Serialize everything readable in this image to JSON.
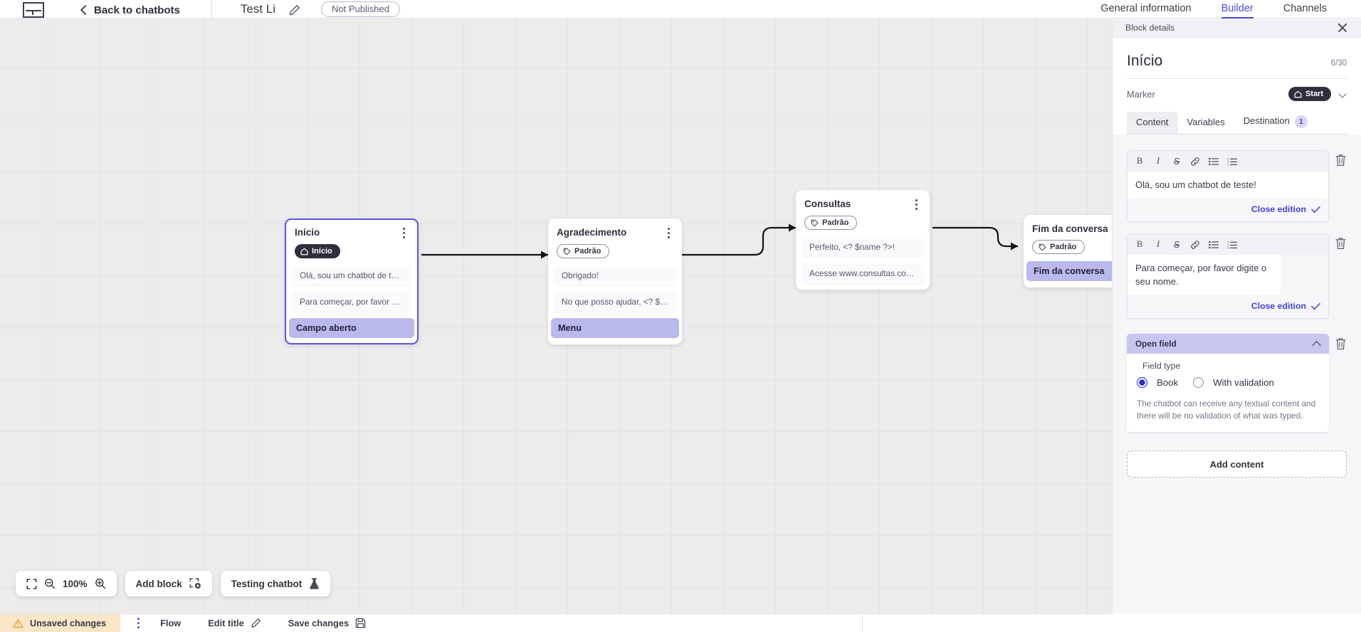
{
  "header": {
    "logo_name": "app-logo",
    "back_label": "Back to chatbots",
    "bot_title": "Test Li",
    "publish_status": "Not Published",
    "tabs": [
      {
        "label": "General information",
        "active": false
      },
      {
        "label": "Builder",
        "active": true
      },
      {
        "label": "Channels",
        "active": false
      }
    ]
  },
  "canvas": {
    "blocks": [
      {
        "title": "Início",
        "tag": "Início",
        "tag_style": "dark",
        "tag_icon": "home-icon",
        "selected": true,
        "messages": [
          {
            "text": "Olá, sou um chatbot de teste!",
            "highlight": false
          },
          {
            "text": "Para começar, por favor digite o ...",
            "highlight": false
          },
          {
            "text": "Campo aberto",
            "highlight": true
          }
        ]
      },
      {
        "title": "Agradecimento",
        "tag": "Padrão",
        "tag_style": "outline",
        "tag_icon": "tag-icon",
        "selected": false,
        "messages": [
          {
            "text": "Obrigado!",
            "highlight": false
          },
          {
            "text": "No que posso ajudar, <? $name ...",
            "highlight": false
          },
          {
            "text": "Menu",
            "highlight": true
          }
        ]
      },
      {
        "title": "Consultas",
        "tag": "Padrão",
        "tag_style": "outline",
        "tag_icon": "tag-icon",
        "selected": false,
        "messages": [
          {
            "text": "Perfeito, <? $name ?>!",
            "highlight": false
          },
          {
            "text": "Acesse www.consultas.com par...",
            "highlight": false
          }
        ]
      },
      {
        "title": "Fim da conversa",
        "tag": "Padrão",
        "tag_style": "outline",
        "tag_icon": "tag-icon",
        "selected": false,
        "messages": [
          {
            "text": "Fim da conversa",
            "highlight": true
          }
        ]
      }
    ],
    "toolbar": {
      "fit_icon": "fit-screen-icon",
      "zoom_out_icon": "zoom-out-icon",
      "zoom_level": "100%",
      "zoom_in_icon": "zoom-in-icon",
      "add_block_label": "Add block",
      "add_block_icon": "add-block-icon",
      "testing_label": "Testing chatbot",
      "testing_icon": "flask-icon"
    }
  },
  "panel": {
    "head_title": "Block details",
    "close_icon": "close-icon",
    "block_name": "Início",
    "char_count": "6/30",
    "marker_label": "Marker",
    "marker_value": "Start",
    "marker_icon": "home-icon",
    "tabs": [
      {
        "label": "Content",
        "active": true,
        "badge": ""
      },
      {
        "label": "Variables",
        "active": false,
        "badge": ""
      },
      {
        "label": "Destination",
        "active": false,
        "badge": "1"
      }
    ],
    "editor_buttons": [
      {
        "name": "bold-icon",
        "glyph": "B"
      },
      {
        "name": "italic-icon",
        "glyph": "I"
      },
      {
        "name": "strikethrough-icon",
        "glyph": "S"
      },
      {
        "name": "link-icon",
        "glyph": "⊘"
      },
      {
        "name": "bullet-list-icon",
        "glyph": "☰"
      },
      {
        "name": "numbered-list-icon",
        "glyph": "☷"
      }
    ],
    "editors": [
      {
        "text": "Olá, sou um chatbot de teste!",
        "close_label": "Close edition"
      },
      {
        "text": "Para começar, por favor digite o seu nome.",
        "close_label": "Close edition"
      }
    ],
    "open_field": {
      "title": "Open field",
      "field_type_label": "Field type",
      "options": [
        {
          "label": "Book",
          "selected": true
        },
        {
          "label": "With validation",
          "selected": false
        }
      ],
      "description": "The chatbot can receive any textual content and there will be no validation of what was typed."
    },
    "add_content_label": "Add content"
  },
  "bottombar": {
    "unsaved_label": "Unsaved changes",
    "warning_icon": "warning-triangle-icon",
    "menu_icon": "kebab-menu-icon",
    "flow_label": "Flow",
    "edit_title_label": "Edit title",
    "edit_title_icon": "pencil-icon",
    "save_label": "Save changes",
    "save_icon": "save-disk-icon"
  },
  "colors": {
    "accent": "#4a4ae8",
    "highlight": "#b9b9ee",
    "warning_bg": "#fbe7c8",
    "panel_header": "#c6c6f0"
  }
}
